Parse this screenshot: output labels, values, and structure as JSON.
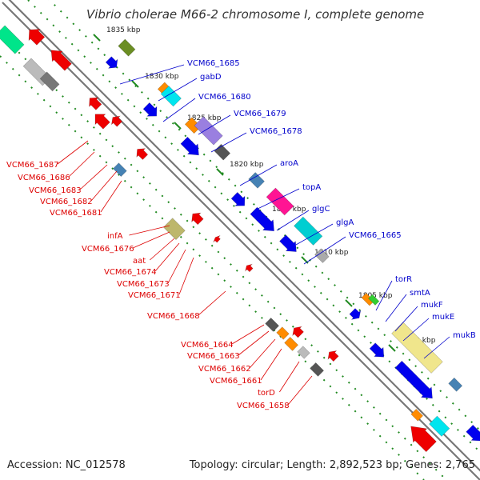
{
  "title": "Vibrio cholerae M66-2 chromosome I, complete genome",
  "footer": {
    "accession_label": "Accession:",
    "accession": "NC_012578",
    "topology_label": "Topology:",
    "topology": "circular",
    "length_label": "Length:",
    "length": "2,892,523 bp",
    "genes_label": "Genes:",
    "genes": "2,765"
  },
  "colors": {
    "backbone": "#777777",
    "ruler": "#228B22",
    "label_blue": "#0000cc",
    "label_red": "#dd0000",
    "tick_text": "#222222"
  },
  "scale_ticks": [
    "1835 kbp",
    "1830 kbp",
    "1825 kbp",
    "1820 kbp",
    "1815 kbp",
    "1810 kbp",
    "1805 kbp",
    "1800 kbp"
  ],
  "labels_forward": [
    "VCM66_1685",
    "gabD",
    "VCM66_1680",
    "VCM66_1679",
    "VCM66_1678",
    "aroA",
    "topA",
    "glgC",
    "glgA",
    "VCM66_1665",
    "torR",
    "smtA",
    "mukF",
    "mukE",
    "mukB"
  ],
  "labels_reverse": [
    "VCM66_1687",
    "VCM66_1686",
    "VCM66_1683",
    "VCM66_1682",
    "VCM66_1681",
    "infA",
    "VCM66_1676",
    "aat",
    "VCM66_1674",
    "VCM66_1673",
    "VCM66_1671",
    "VCM66_1668",
    "VCM66_1664",
    "VCM66_1663",
    "VCM66_1662",
    "VCM66_1661",
    "torD",
    "VCM66_1658"
  ]
}
